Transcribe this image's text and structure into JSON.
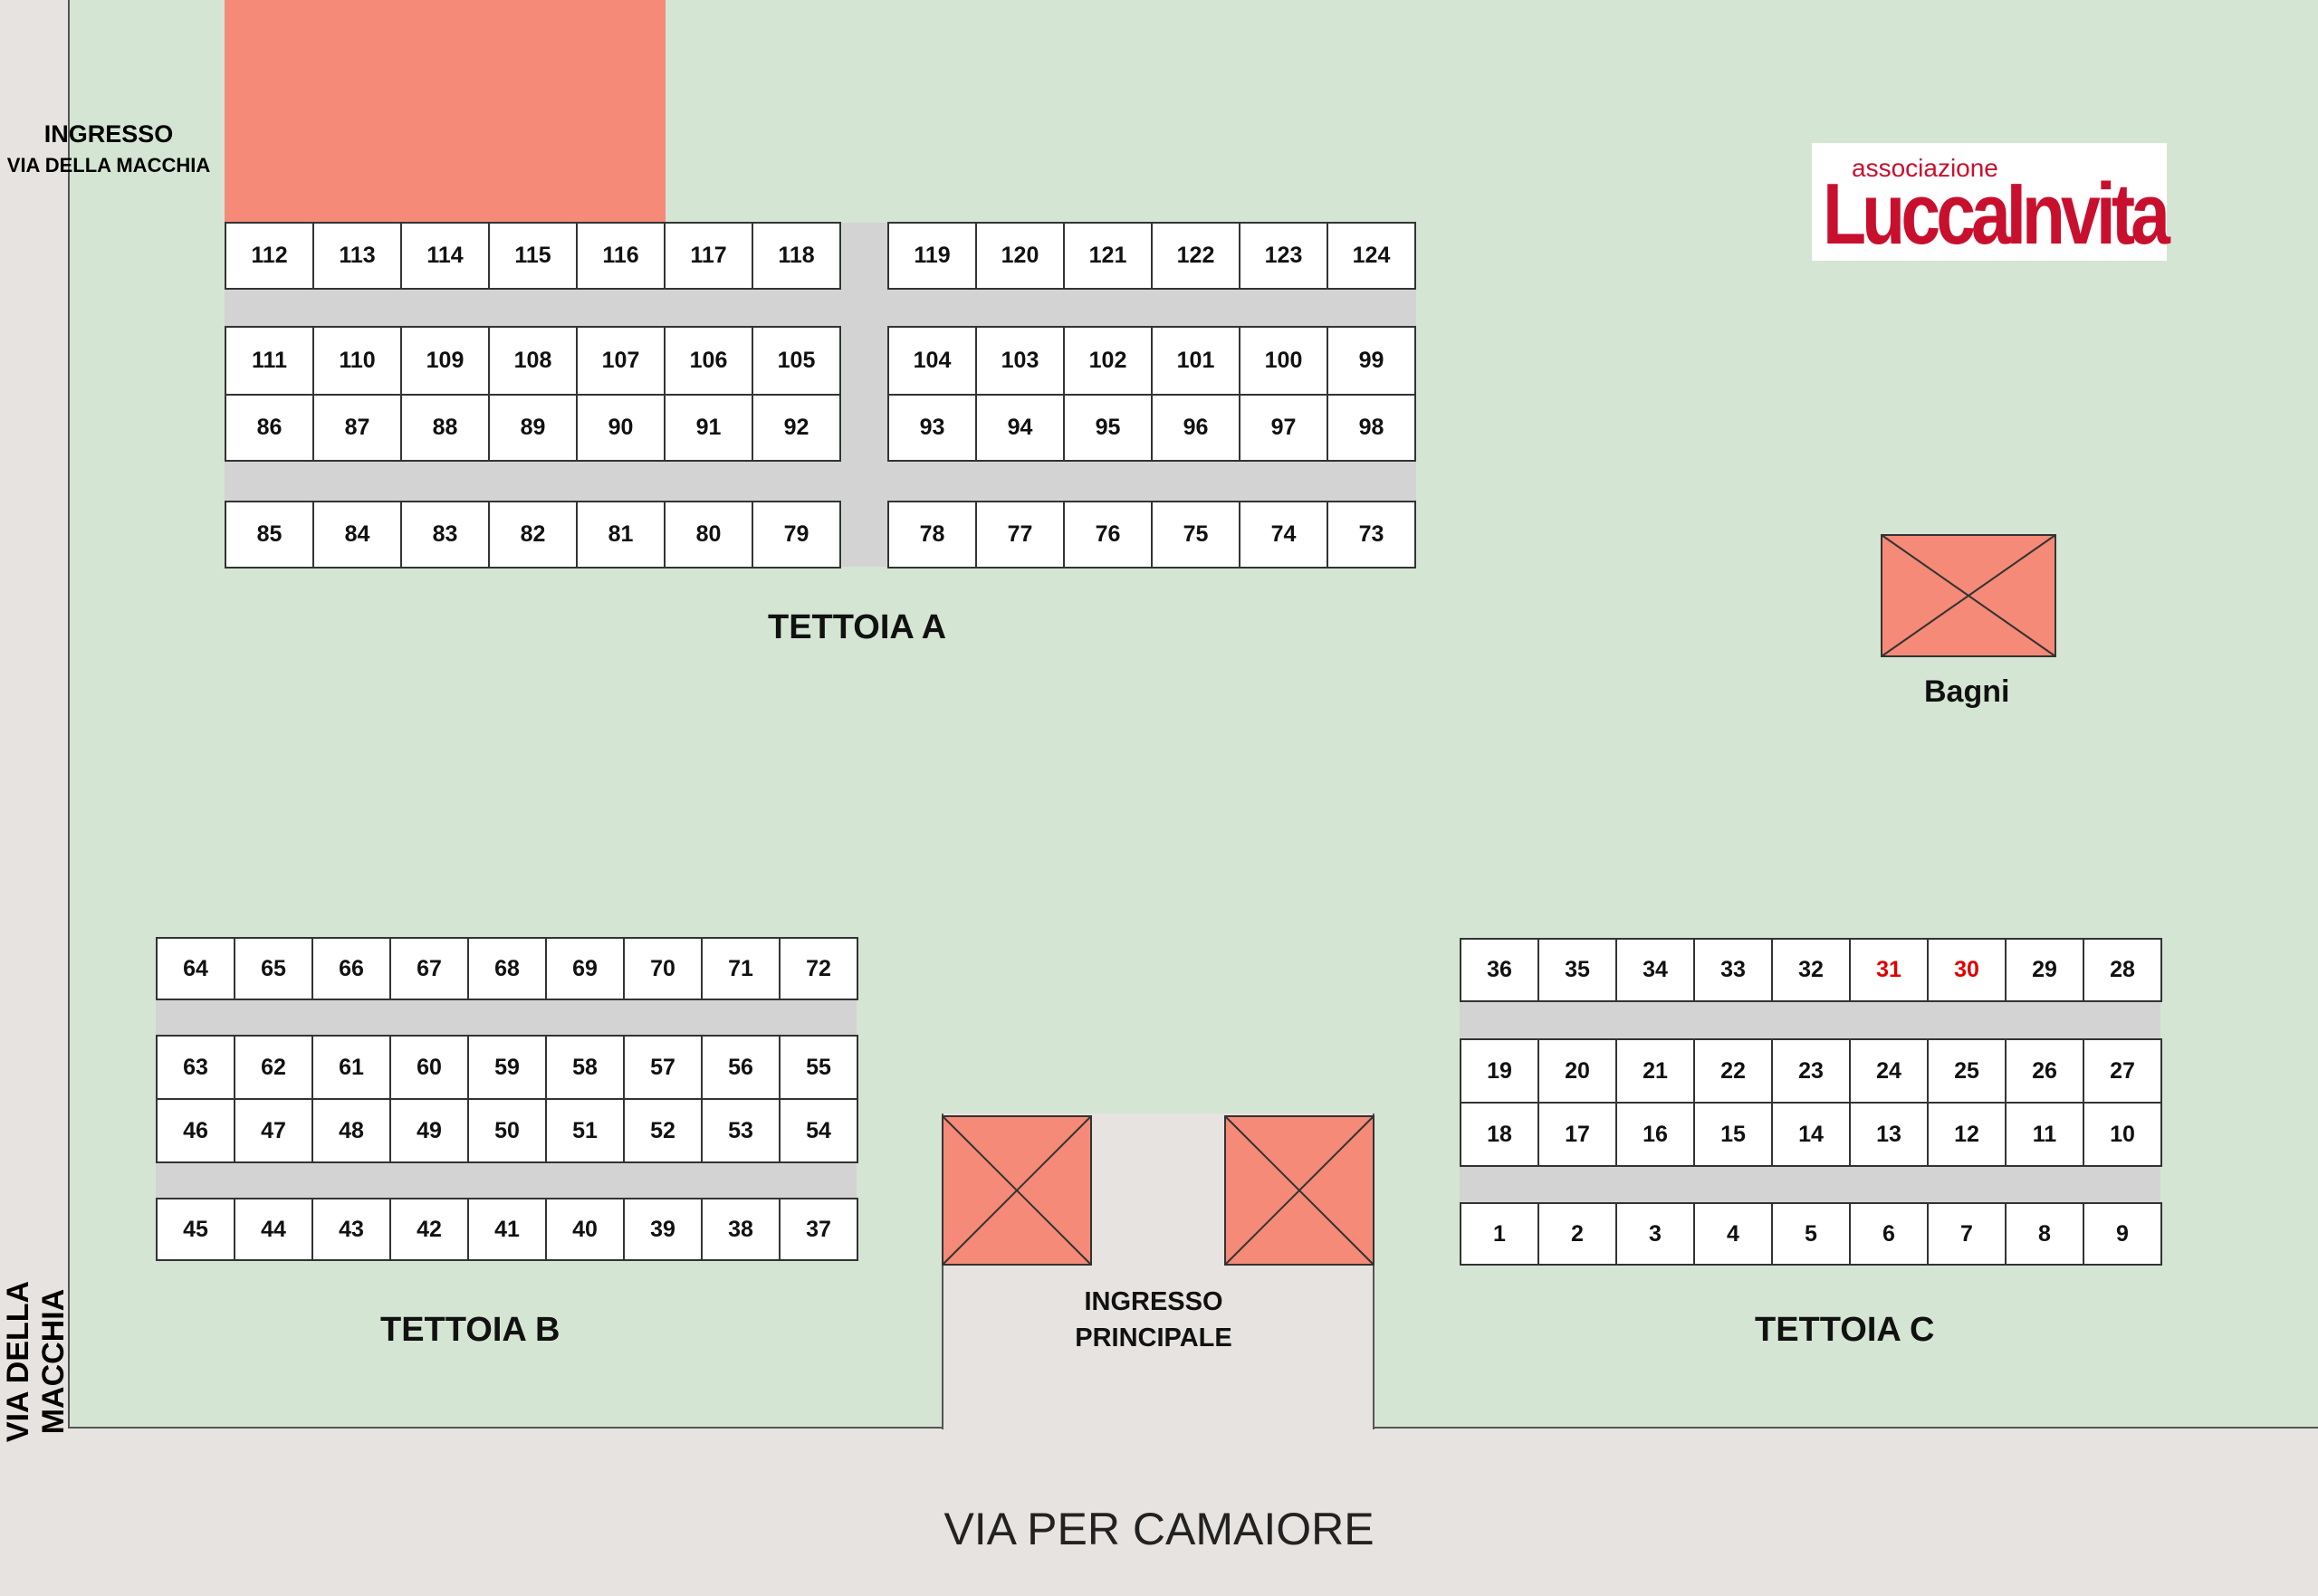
{
  "labels": {
    "tettoia_a": "TETTOIA A",
    "tettoia_b": "TETTOIA B",
    "tettoia_c": "TETTOIA C",
    "bagni": "Bagni",
    "ingresso_principale_1": "INGRESSO",
    "ingresso_principale_2": "PRINCIPALE",
    "ingresso_top_1": "INGRESSO",
    "ingresso_top_2": "VIA DELLA MACCHIA",
    "via_della_macchia": "VIA DELLA MACCHIA",
    "via_per_camaiore": "VIA PER CAMAIORE"
  },
  "logo": {
    "small": "associazione",
    "big": "LuccaInvita",
    "color": "#c8102e"
  },
  "colors": {
    "ground": "#d5e5d3",
    "road": "#e7e3e0",
    "building": "#f48a77",
    "aisle": "#d3d3d3",
    "reserved": "#e00000"
  },
  "tettoia_a": {
    "left": {
      "row1": [
        "112",
        "113",
        "114",
        "115",
        "116",
        "117",
        "118"
      ],
      "row2": [
        "111",
        "110",
        "109",
        "108",
        "107",
        "106",
        "105"
      ],
      "row3": [
        "86",
        "87",
        "88",
        "89",
        "90",
        "91",
        "92"
      ],
      "row4": [
        "85",
        "84",
        "83",
        "82",
        "81",
        "80",
        "79"
      ]
    },
    "right": {
      "row1": [
        "119",
        "120",
        "121",
        "122",
        "123",
        "124"
      ],
      "row2": [
        "104",
        "103",
        "102",
        "101",
        "100",
        "99"
      ],
      "row3": [
        "93",
        "94",
        "95",
        "96",
        "97",
        "98"
      ],
      "row4": [
        "78",
        "77",
        "76",
        "75",
        "74",
        "73"
      ]
    }
  },
  "tettoia_b": {
    "row1": [
      "64",
      "65",
      "66",
      "67",
      "68",
      "69",
      "70",
      "71",
      "72"
    ],
    "row2": [
      "63",
      "62",
      "61",
      "60",
      "59",
      "58",
      "57",
      "56",
      "55"
    ],
    "row3": [
      "46",
      "47",
      "48",
      "49",
      "50",
      "51",
      "52",
      "53",
      "54"
    ],
    "row4": [
      "45",
      "44",
      "43",
      "42",
      "41",
      "40",
      "39",
      "38",
      "37"
    ]
  },
  "tettoia_c": {
    "row1": [
      "36",
      "35",
      "34",
      "33",
      "32",
      "31",
      "30",
      "29",
      "28"
    ],
    "row2": [
      "19",
      "20",
      "21",
      "22",
      "23",
      "24",
      "25",
      "26",
      "27"
    ],
    "row3": [
      "18",
      "17",
      "16",
      "15",
      "14",
      "13",
      "12",
      "11",
      "10"
    ],
    "row4": [
      "1",
      "2",
      "3",
      "4",
      "5",
      "6",
      "7",
      "8",
      "9"
    ]
  },
  "reserved_stalls": [
    "31",
    "30"
  ]
}
